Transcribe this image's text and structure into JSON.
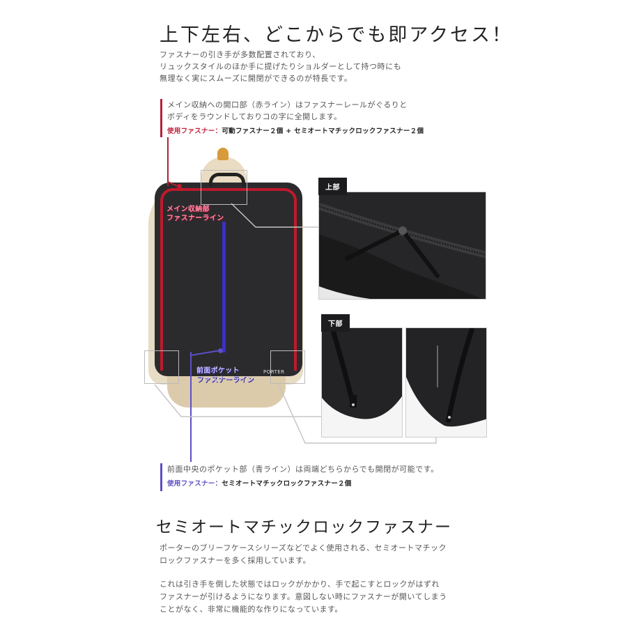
{
  "heading": "上下左右、どこからでも即アクセス！",
  "intro": [
    "ファスナーの引き手が多数配置されており、",
    "リュックスタイルのほか手に提げたりショルダーとして持つ時にも",
    "無理なく実にスムーズに開閉ができるのが特長です。"
  ],
  "main_zipper_callout": {
    "lines": [
      "メイン収納への開口部（赤ライン）はファスナーレールがぐるりと",
      "ボディをラウンドしておりコの字に全開します。"
    ],
    "use_label": "使用ファスナー：",
    "use_value": "可動ファスナー２個 + セミオートマチックロックファスナー２個",
    "accent_color": "#b5213a"
  },
  "front_pocket_callout": {
    "lines": [
      "前面中央のポケット部（青ライン）は両端どちらからでも開閉が可能です。"
    ],
    "use_label": "使用ファスナー：",
    "use_value": "セミオートマチックロックファスナー２個",
    "accent_color": "#5b4fc4"
  },
  "product_image": {
    "main_zipper_label": [
      "メイン収納部",
      "ファスナーライン"
    ],
    "front_pocket_label": [
      "前面ポケット",
      "ファスナーライン"
    ],
    "brand_text": "PORTER"
  },
  "detail_photos": {
    "top_tag": "上部",
    "bottom_tag": "下部"
  },
  "section2": {
    "heading": "セミオートマチックロックファスナー",
    "paragraph1": [
      "ポーターのブリーフケースシリーズなどでよく使用される、セミオートマチック",
      "ロックファスナーを多く採用しています。"
    ],
    "paragraph2": [
      "これは引き手を倒した状態ではロックがかかり、手で起こすとロックがはずれ",
      "ファスナーが引けるようになります。意図しない時にファスナーが開いてしまう",
      "ことがなく、非常に機能的な作りになっています。"
    ]
  }
}
